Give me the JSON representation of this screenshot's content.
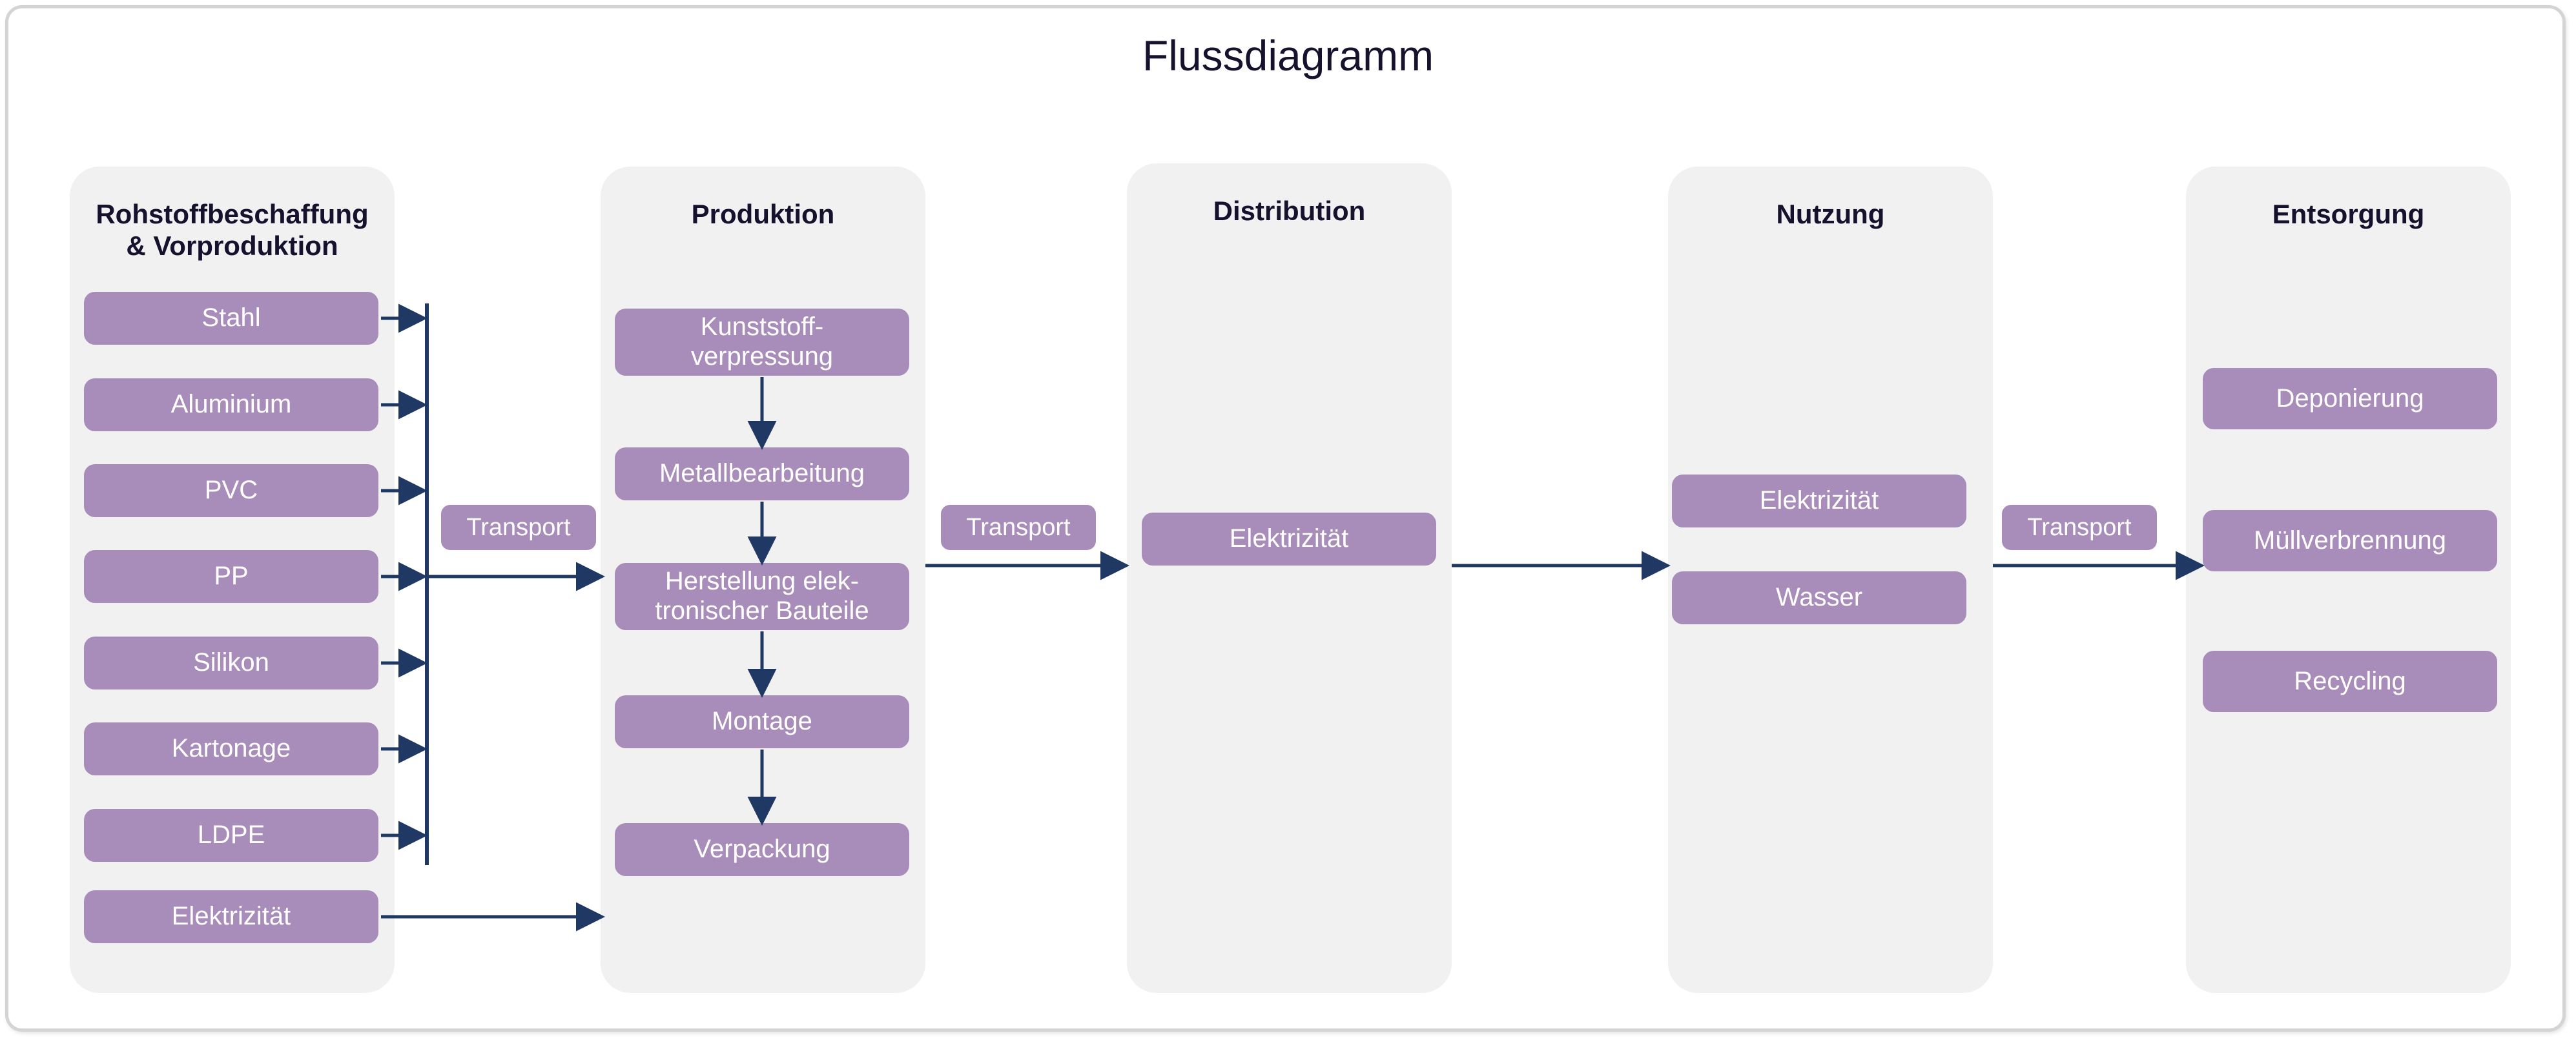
{
  "title": "Flussdiagramm",
  "colors": {
    "node_fill": "#a88cb9",
    "node_text": "#ffffff",
    "panel_bg": "#f1f1f1",
    "heading_text": "#16122e",
    "arrow": "#1f3864",
    "frame_border": "#d4d4d4",
    "page_bg": "#ffffff"
  },
  "stages": [
    {
      "id": "rohstoffbeschaffung",
      "title": "Rohstoffbeschaffung\n& Vorproduktion",
      "nodes": [
        {
          "label": "Stahl"
        },
        {
          "label": "Aluminium"
        },
        {
          "label": "PVC"
        },
        {
          "label": "PP"
        },
        {
          "label": "Silikon"
        },
        {
          "label": "Kartonage"
        },
        {
          "label": "LDPE"
        },
        {
          "label": "Elektrizität"
        }
      ]
    },
    {
      "id": "produktion",
      "title": "Produktion",
      "nodes": [
        {
          "label": "Kunststoff-\nverpressung"
        },
        {
          "label": "Metallbearbeitung"
        },
        {
          "label": "Herstellung elek-\ntronischer Bauteile"
        },
        {
          "label": "Montage"
        },
        {
          "label": "Verpackung"
        }
      ]
    },
    {
      "id": "distribution",
      "title": "Distribution",
      "nodes": [
        {
          "label": "Elektrizität"
        }
      ]
    },
    {
      "id": "nutzung",
      "title": "Nutzung",
      "nodes": [
        {
          "label": "Elektrizität"
        },
        {
          "label": "Wasser"
        }
      ]
    },
    {
      "id": "entsorgung",
      "title": "Entsorgung",
      "nodes": [
        {
          "label": "Deponierung"
        },
        {
          "label": "Müllverbrennung"
        },
        {
          "label": "Recycling"
        }
      ]
    }
  ],
  "connectors": [
    {
      "id": "transport-1",
      "label": "Transport",
      "from": "rohstoffbeschaffung",
      "to": "produktion"
    },
    {
      "id": "transport-2",
      "label": "Transport",
      "from": "produktion",
      "to": "distribution"
    },
    {
      "id": "transport-3",
      "label": "Transport",
      "from": "nutzung",
      "to": "entsorgung"
    }
  ],
  "flow_edges": [
    {
      "from": "Kunststoffverpressung",
      "to": "Metallbearbeitung"
    },
    {
      "from": "Metallbearbeitung",
      "to": "Herstellung elektronischer Bauteile"
    },
    {
      "from": "Herstellung elektronischer Bauteile",
      "to": "Montage"
    },
    {
      "from": "Montage",
      "to": "Verpackung"
    },
    {
      "from": "Distribution",
      "to": "Nutzung"
    }
  ]
}
